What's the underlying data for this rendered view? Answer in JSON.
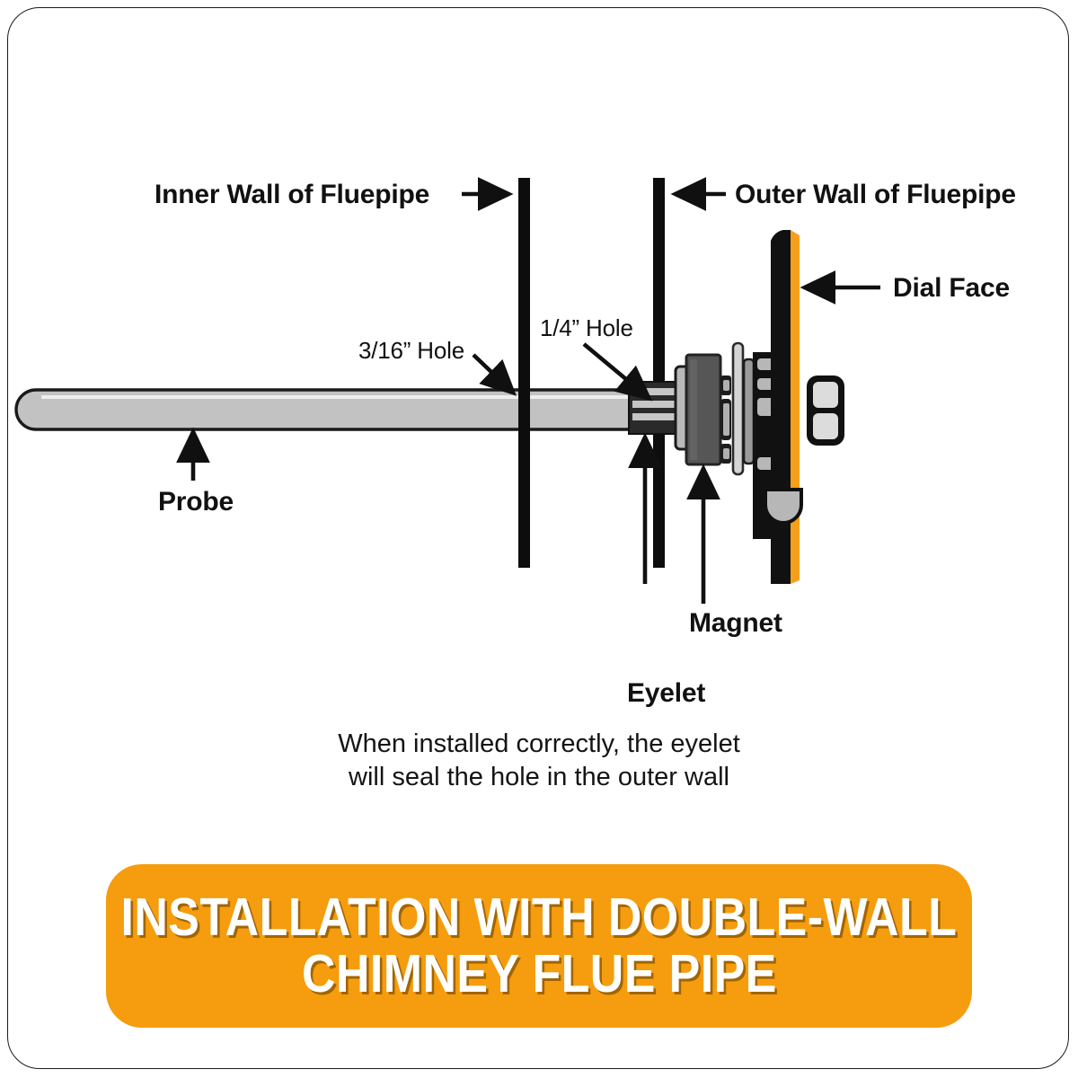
{
  "card": {
    "border_color": "#1b1b1b",
    "background": "#ffffff"
  },
  "diagram": {
    "title_alt": "Installation with double-wall chimney flue pipe",
    "colors": {
      "wall": "#0d0d0d",
      "probe_fill": "#c2c2c2",
      "probe_stroke": "#1a1a1a",
      "magnet": "#565656",
      "hardware_gray": "#b7b7b7",
      "dial_body": "#111111",
      "dial_accent": "#f5a01a",
      "banner_orange": "#f59d0e"
    },
    "labels": {
      "inner_wall": "Inner Wall of Fluepipe",
      "outer_wall": "Outer Wall of Fluepipe",
      "dial_face": "Dial Face",
      "hole_small": "3/16” Hole",
      "hole_large": "1/4” Hole",
      "probe": "Probe",
      "magnet": "Magnet",
      "eyelet": "Eyelet"
    },
    "note_line1": "When installed correctly, the eyelet",
    "note_line2": "will seal the hole in the outer wall"
  },
  "banner": {
    "line1": "INSTALLATION WITH DOUBLE-WALL",
    "line2": "CHIMNEY FLUE PIPE"
  }
}
